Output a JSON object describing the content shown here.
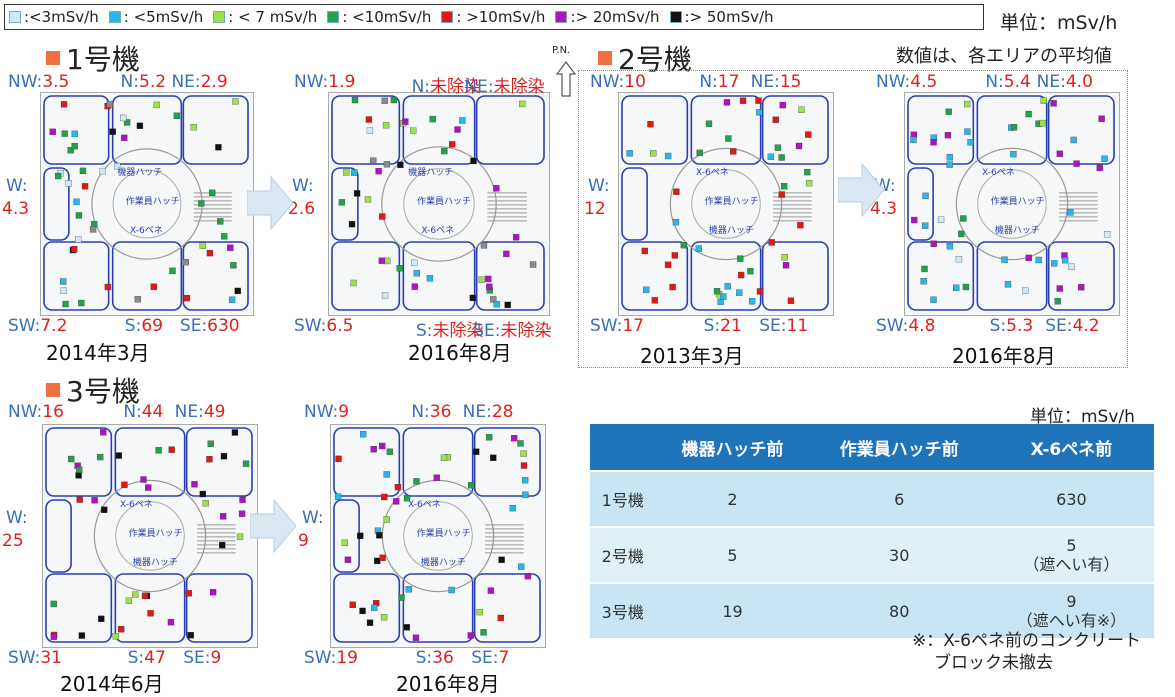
{
  "legend": [
    {
      "swatch": "#cfe8f7",
      "label": ":<3mSv/h"
    },
    {
      "swatch": "#29b6e8",
      "label": ": <5mSv/h"
    },
    {
      "swatch": "#9be24a",
      "label": ": < 7 mSv/h"
    },
    {
      "swatch": "#22a24a",
      "label": ": <10mSv/h"
    },
    {
      "swatch": "#e01818",
      "label": ": >10mSv/h"
    },
    {
      "swatch": "#b012c0",
      "label": ":> 20mSv/h"
    },
    {
      "swatch": "#111111",
      "label": ":> 50mSv/h"
    }
  ],
  "unit_top": "単位：mSv/h",
  "note_top": "数値は、各エリアの平均値",
  "pn": "P.N.",
  "units": {
    "u1": {
      "title": "1号機"
    },
    "u2": {
      "title": "2号機"
    },
    "u3": {
      "title": "3号機"
    }
  },
  "panels": [
    {
      "id": "u1a",
      "date": "2014年3月",
      "NW": "NW:3.5",
      "N": "N:5.2",
      "NE": "NE:2.9",
      "W1": "W:",
      "W2": "4.3",
      "SW": "SW:7.2",
      "S": "S:69",
      "SE": "SE:630",
      "hatch1": "機器ハッチ",
      "hatch2": "作業員ハッチ",
      "pene": "X-6ペネ"
    },
    {
      "id": "u1b",
      "date": "2016年8月",
      "NW": "NW:1.9",
      "N": "N:未除染",
      "NE": "NE:未除染",
      "W1": "W:",
      "W2": "2.6",
      "SW": "SW:6.5",
      "S": "S:未除染",
      "SE": "SE:未除染",
      "hatch1": "機器ハッチ",
      "hatch2": "作業員ハッチ",
      "pene": "X-6ペネ"
    },
    {
      "id": "u2a",
      "date": "2013年3月",
      "NW": "NW:10",
      "N": "N:17",
      "NE": "NE:15",
      "W1": "W:",
      "W2": "12",
      "SW": "SW:17",
      "S": "S:21",
      "SE": "SE:11",
      "hatch1": "X-6ペネ",
      "hatch2": "作業員ハッチ",
      "pene": "機器ハッチ"
    },
    {
      "id": "u2b",
      "date": "2016年8月",
      "NW": "NW:4.5",
      "N": "N:5.4",
      "NE": "NE:4.0",
      "W1": "W:",
      "W2": "4.3",
      "SW": "SW:4.8",
      "S": "S:5.3",
      "SE": "SE:4.2",
      "hatch1": "X-6ペネ",
      "hatch2": "作業員ハッチ",
      "pene": "機器ハッチ"
    },
    {
      "id": "u3a",
      "date": "2014年6月",
      "NW": "NW:16",
      "N": "N:44",
      "NE": "NE:49",
      "W1": "W:",
      "W2": "25",
      "SW": "SW:31",
      "S": "S:47",
      "SE": "SE:9",
      "hatch1": "X-6ペネ",
      "hatch2": "作業員ハッチ",
      "pene": "機器ハッチ"
    },
    {
      "id": "u3b",
      "date": "2016年8月",
      "NW": "NW:9",
      "N": "N:36",
      "NE": "NE:28",
      "W1": "W:",
      "W2": "9",
      "SW": "SW:19",
      "S": "S:36",
      "SE": "SE:7",
      "hatch1": "X-6ペネ",
      "hatch2": "作業員ハッチ",
      "pene": "機器ハッチ"
    }
  ],
  "table": {
    "unit": "単位：mSv/h",
    "headers": [
      "",
      "機器ハッチ前",
      "作業員ハッチ前",
      "X-6ペネ前"
    ],
    "rows": [
      {
        "unit": "1号機",
        "a": "2",
        "b": "6",
        "c1": "630",
        "c2": ""
      },
      {
        "unit": "2号機",
        "a": "5",
        "b": "30",
        "c1": "5",
        "c2": "（遮へい有）"
      },
      {
        "unit": "3号機",
        "a": "19",
        "b": "80",
        "c1": "9",
        "c2": "（遮へい有※）"
      }
    ]
  },
  "footnote1": "※：X-6ペネ前のコンクリート",
  "footnote2": "ブロック未撤去",
  "colors": {
    "accent_unit": "#f07040",
    "label_key": "#3a6fb5",
    "label_value": "#e02020",
    "table_header": "#1f73b9"
  }
}
